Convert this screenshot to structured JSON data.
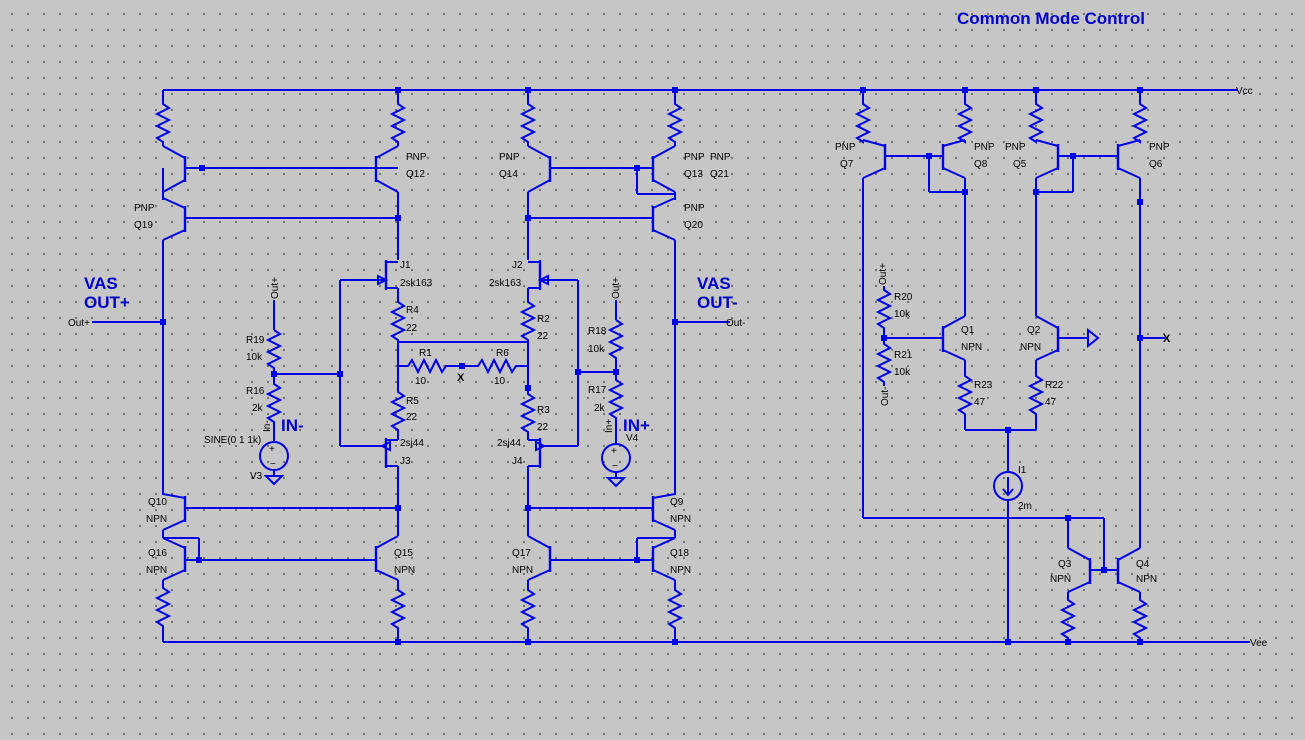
{
  "title": "Common Mode Control",
  "rails": {
    "vcc": "Vcc",
    "vee": "Vee"
  },
  "left_labels": {
    "vas_out_plus_1": "VAS",
    "vas_out_plus_2": "OUT+",
    "out_plus_net": "Out+"
  },
  "right_labels": {
    "vas_out_minus_1": "VAS",
    "vas_out_minus_2": "OUT-",
    "out_minus_net": "Out-"
  },
  "inputs": {
    "in_minus": "IN-",
    "in_plus": "IN+",
    "in_minus_net": "In-",
    "in_plus_net": "In+"
  },
  "net_x": "X",
  "sources": {
    "v3": {
      "name": "V3",
      "value": "SINE(0 1 1k)"
    },
    "v4": {
      "name": "V4"
    },
    "i1": {
      "name": "I1",
      "value": "2m"
    }
  },
  "transistors": {
    "q12": {
      "name": "Q12",
      "type": "PNP"
    },
    "q19": {
      "name": "Q19",
      "type": "PNP"
    },
    "q14": {
      "name": "Q14",
      "type": "PNP"
    },
    "q13": {
      "name": "Q13",
      "type": "PNP"
    },
    "q21": {
      "name": "Q21",
      "type": "PNP"
    },
    "q20": {
      "name": "Q20",
      "type": "PNP"
    },
    "q10": {
      "name": "Q10",
      "type": "NPN"
    },
    "q16": {
      "name": "Q16",
      "type": "NPN"
    },
    "q15": {
      "name": "Q15",
      "type": "NPN"
    },
    "q17": {
      "name": "Q17",
      "type": "NPN"
    },
    "q9": {
      "name": "Q9",
      "type": "NPN"
    },
    "q18": {
      "name": "Q18",
      "type": "NPN"
    },
    "q7": {
      "name": "Q7",
      "type": "PNP"
    },
    "q8": {
      "name": "Q8",
      "type": "PNP"
    },
    "q5": {
      "name": "Q5",
      "type": "PNP"
    },
    "q6": {
      "name": "Q6",
      "type": "PNP"
    },
    "q1": {
      "name": "Q1",
      "type": "NPN"
    },
    "q2": {
      "name": "Q2",
      "type": "NPN"
    },
    "q3": {
      "name": "Q3",
      "type": "NPN"
    },
    "q4": {
      "name": "Q4",
      "type": "NPN"
    }
  },
  "jfets": {
    "j1": {
      "name": "J1",
      "part": "2sk163"
    },
    "j2": {
      "name": "J2",
      "part": "2sk163"
    },
    "j3": {
      "name": "J3",
      "part": "2sj44"
    },
    "j4": {
      "name": "J4",
      "part": "2sj44"
    }
  },
  "resistors": {
    "r4": {
      "name": "R4",
      "value": "22"
    },
    "r2": {
      "name": "R2",
      "value": "22"
    },
    "r5": {
      "name": "R5",
      "value": "22"
    },
    "r3": {
      "name": "R3",
      "value": "22"
    },
    "r1": {
      "name": "R1",
      "value": "10"
    },
    "r6": {
      "name": "R6",
      "value": "10"
    },
    "r19": {
      "name": "R19",
      "value": "10k"
    },
    "r16": {
      "name": "R16",
      "value": "2k"
    },
    "r18": {
      "name": "R18",
      "value": "10k"
    },
    "r17": {
      "name": "R17",
      "value": "2k"
    },
    "r20": {
      "name": "R20",
      "value": "10k"
    },
    "r21": {
      "name": "R21",
      "value": "10k"
    },
    "r23": {
      "name": "R23",
      "value": "47"
    },
    "r22": {
      "name": "R22",
      "value": "47"
    }
  },
  "net_labels": {
    "out_plus_r20": "Out+",
    "out_minus_r21": "Out-",
    "out_plus_top": "Out+",
    "out_plus_top2": "Out+"
  }
}
